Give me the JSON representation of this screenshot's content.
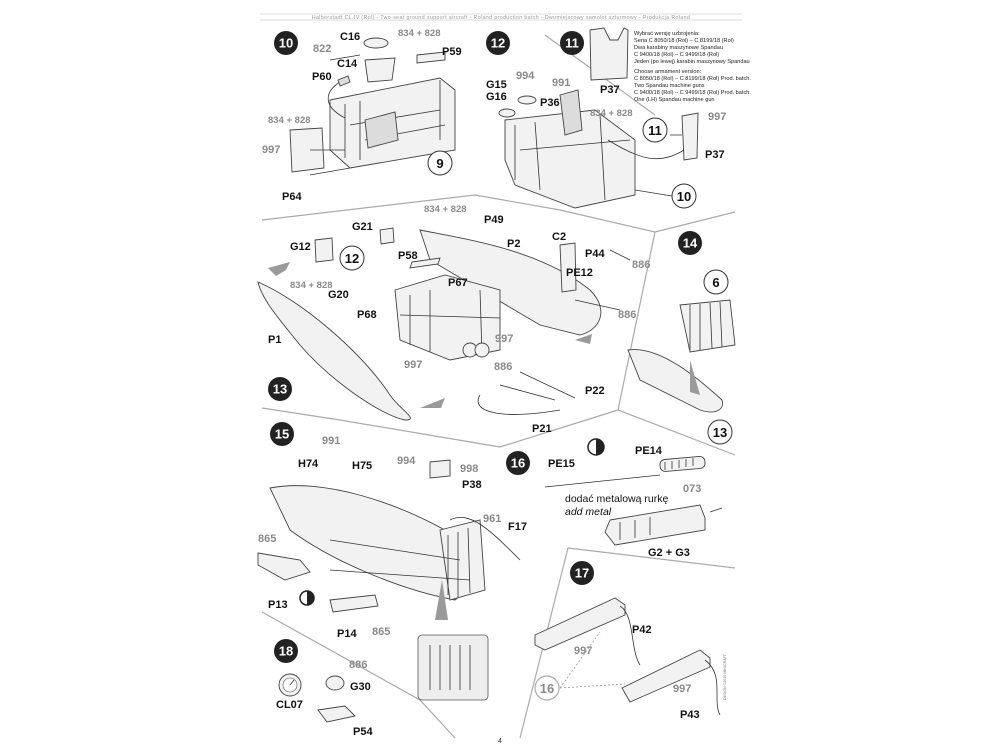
{
  "header": {
    "title": "Halberstadt CL.IV (Rol) - Two-seat ground support aircraft - Roland production batch - Dwumiejscowy samolot szturmowy - Produkcja Roland"
  },
  "page_number": "4",
  "footer_code": "DESIGN ©2016 MINICRAFT",
  "step_numbers": {
    "s9": "9",
    "s10": "10",
    "s11": "11",
    "s11b": "11",
    "s12": "12",
    "s12b": "12",
    "s13": "13",
    "s13b": "13",
    "s14": "14",
    "s15": "15",
    "s16": "16",
    "s17": "17",
    "s18": "18",
    "s6": "6",
    "s10b": "10",
    "s16b": "16"
  },
  "note_step11": {
    "pl_title": "Wybrać wersję uzbrojenia:",
    "pl_line1": "Seria C 8050/18 (Rol) – C 8199/18 (Rol)",
    "pl_line2": "Dwa karabiny maszynowe Spandau",
    "pl_line3": "C 9400/18 (Rol) – C 9499/18 (Rol)",
    "pl_line4": "Jeden (po lewej) karabin maszynowy Spandau",
    "en_title": "Choose armament version:",
    "en_line1": "C 8050/18 (Rol) – C 8199/18 (Rol) Prod. batch.",
    "en_line2": "Two Spandau machine guns",
    "en_line3": "C 9400/18 (Rol) – C 9499/18 (Rol) Prod. batch.",
    "en_line4": "One (LH) Spandau machine gun"
  },
  "add_metal": {
    "pl": "dodać metalową rurkę",
    "en": "add metal"
  },
  "labels": {
    "c16": "C16",
    "n822": "822",
    "n834a": "834 + 828",
    "p59": "P59",
    "c14": "C14",
    "p60": "P60",
    "n834b": "834 + 828",
    "n997a": "997",
    "p64": "P64",
    "g15": "G15",
    "g16": "G16",
    "n994a": "994",
    "n991a": "991",
    "p36": "P36",
    "n834c": "834 + 828",
    "p37a": "P37",
    "n997b": "997",
    "p37b": "P37",
    "n834d": "834 + 828",
    "g21": "G21",
    "p49": "P49",
    "p2": "P2",
    "c2": "C2",
    "p44": "P44",
    "n886a": "886",
    "g12": "G12",
    "p58": "P58",
    "pe12": "PE12",
    "p67": "P67",
    "n834e": "834 + 828",
    "g20": "G20",
    "p68": "P68",
    "n886b": "886",
    "p1": "P1",
    "n997c": "997",
    "n997d": "997",
    "n886c": "886",
    "p22": "P22",
    "p21": "P21",
    "n991b": "991",
    "h74": "H74",
    "h75": "H75",
    "n994b": "994",
    "n998": "998",
    "p38": "P38",
    "n961": "961",
    "f17": "F17",
    "n865a": "865",
    "p13": "P13",
    "p14": "P14",
    "n865b": "865",
    "pe14": "PE14",
    "pe15": "PE15",
    "n073": "073",
    "g2g3": "G2 + G3",
    "p42": "P42",
    "n997e": "997",
    "n997f": "997",
    "p43": "P43",
    "n886d": "886",
    "g30": "G30",
    "cl07": "CL07",
    "p54": "P54"
  }
}
